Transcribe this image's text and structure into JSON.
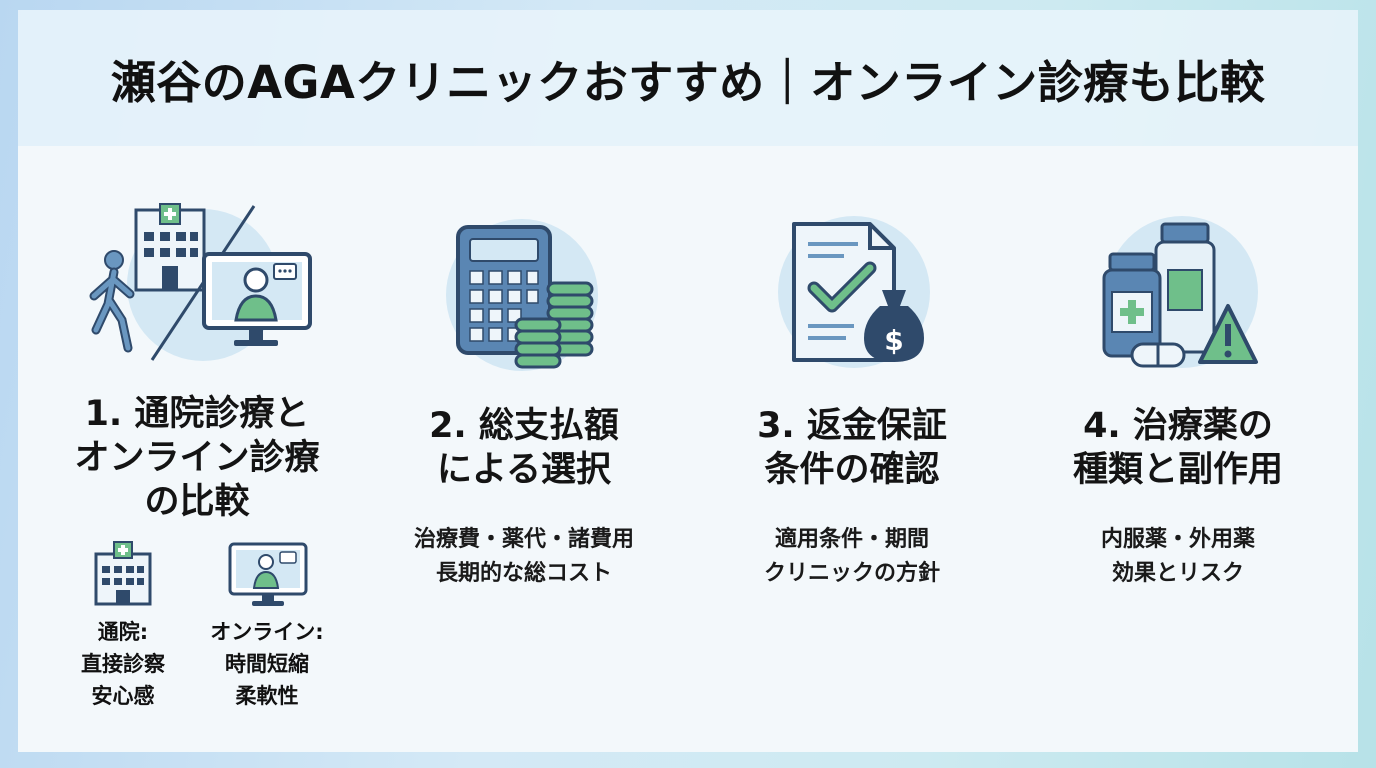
{
  "title": "瀬谷のAGAクリニックおすすめ｜オンライン診療も比較",
  "colors": {
    "navy": "#2f4a6b",
    "blue": "#6a97c0",
    "green": "#6fbf8a",
    "circle": "#d4e8f4"
  },
  "items": [
    {
      "icon": "hospital-telemedicine-icon",
      "heading": [
        "1. 通院診療と",
        "オンライン診療",
        "の比較"
      ],
      "sub": [
        {
          "icon": "hospital-icon",
          "lines": [
            "通院:",
            "直接診察",
            "安心感"
          ]
        },
        {
          "icon": "online-doctor-icon",
          "lines": [
            "オンライン:",
            "時間短縮",
            "柔軟性"
          ]
        }
      ]
    },
    {
      "icon": "calculator-coins-icon",
      "heading": [
        "2. 総支払額",
        "による選択"
      ],
      "desc": [
        "治療費・薬代・諸費用",
        "長期的な総コスト"
      ]
    },
    {
      "icon": "guarantee-document-icon",
      "heading": [
        "3. 返金保証",
        "条件の確認"
      ],
      "desc": [
        "適用条件・期間",
        "クリニックの方針"
      ]
    },
    {
      "icon": "medicine-warning-icon",
      "heading": [
        "4. 治療薬の",
        "種類と副作用"
      ],
      "desc": [
        "内服薬・外用薬",
        "効果とリスク"
      ]
    }
  ]
}
